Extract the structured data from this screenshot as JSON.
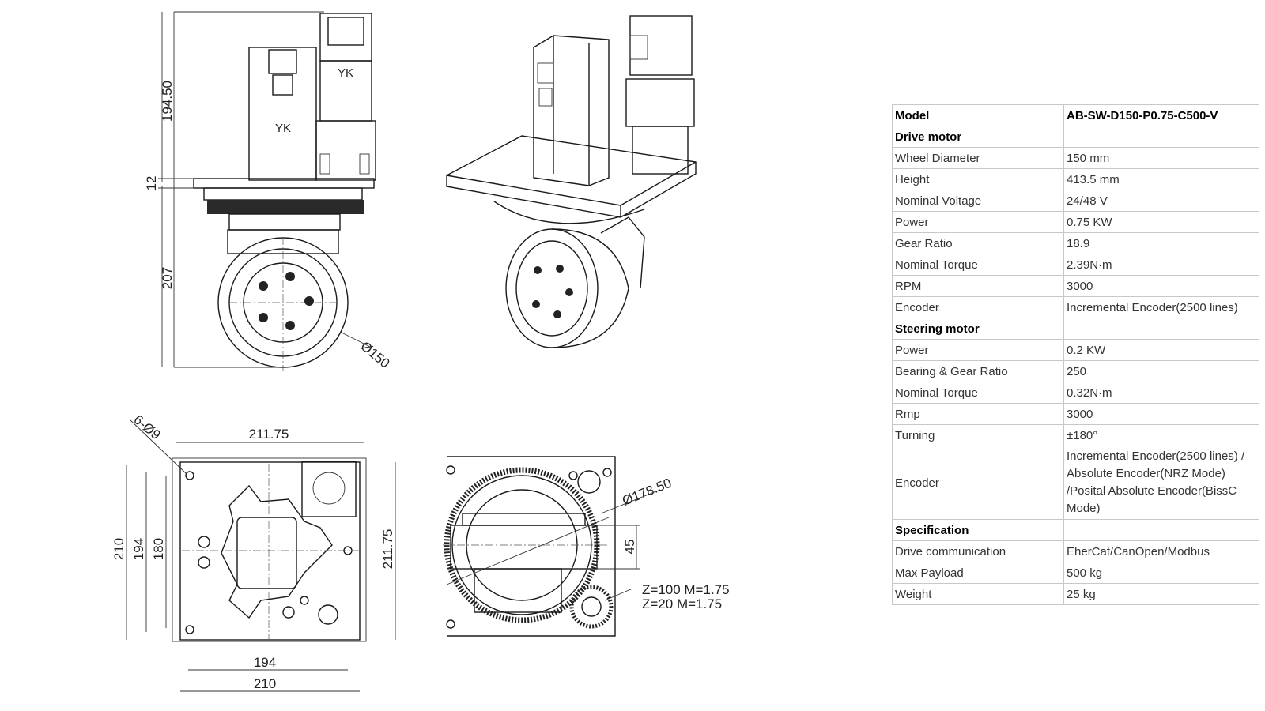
{
  "drawing": {
    "front_view": {
      "motor_label_1": "YK",
      "motor_label_2": "YK",
      "dim_top_height": "194.50",
      "dim_plate": "12",
      "dim_lower_height": "207",
      "dim_wheel_diameter": "Ø150"
    },
    "bottom_view": {
      "dim_holes": "6-Ø9",
      "dim_top_width": "211.75",
      "dim_right_height": "211.75",
      "dim_left_210": "210",
      "dim_left_194": "194",
      "dim_left_180": "180",
      "dim_bottom_194": "194",
      "dim_bottom_210": "210"
    },
    "gear_view": {
      "dim_gear_diameter": "Ø178.50",
      "dim_45": "45",
      "gear_note_1": "Z=100 M=1.75",
      "gear_note_2": "Z=20 M=1.75"
    }
  },
  "spec_table": {
    "rows": [
      {
        "label": "Model",
        "value": "AB-SW-D150-P0.75-C500-V",
        "bold": true
      },
      {
        "label": "Drive motor",
        "value": "",
        "bold": true
      },
      {
        "label": "Wheel Diameter",
        "value": "150 mm"
      },
      {
        "label": "Height",
        "value": "413.5 mm"
      },
      {
        "label": "Nominal Voltage",
        "value": "24/48 V"
      },
      {
        "label": "Power",
        "value": "0.75 KW"
      },
      {
        "label": "Gear Ratio",
        "value": "18.9"
      },
      {
        "label": "Nominal Torque",
        "value": "2.39N·m"
      },
      {
        "label": "RPM",
        "value": "3000"
      },
      {
        "label": "Encoder",
        "value": "Incremental Encoder(2500 lines)"
      },
      {
        "label": "Steering motor",
        "value": "",
        "bold": true
      },
      {
        "label": "Power",
        "value": "0.2 KW"
      },
      {
        "label": "Bearing & Gear Ratio",
        "value": "250"
      },
      {
        "label": "Nominal Torque",
        "value": "0.32N·m"
      },
      {
        "label": "Rmp",
        "value": "3000"
      },
      {
        "label": "Turning",
        "value": "±180°"
      },
      {
        "label": "Encoder",
        "value": "Incremental Encoder(2500 lines) / Absolute Encoder(NRZ Mode) /Posital Absolute Encoder(BissC Mode)",
        "multi": true
      },
      {
        "label": "Specification",
        "value": "",
        "bold": true
      },
      {
        "label": "Drive communication",
        "value": "EherCat/CanOpen/Modbus"
      },
      {
        "label": "Max Payload",
        "value": "500 kg"
      },
      {
        "label": "Weight",
        "value": "25 kg"
      }
    ]
  }
}
